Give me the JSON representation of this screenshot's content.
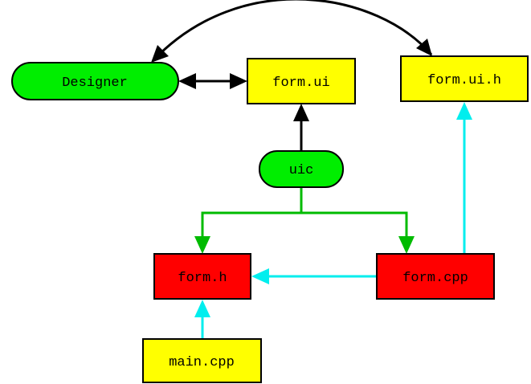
{
  "colors": {
    "tool_fill": "#00ee00",
    "file_fill": "#ffff00",
    "generated_fill": "#ff0000",
    "stroke": "#000000",
    "green_edge": "#00bb00",
    "cyan_edge": "#00eeee",
    "black_edge": "#000000"
  },
  "nodes": {
    "designer": {
      "label": "Designer",
      "shape": "stadium"
    },
    "form_ui": {
      "label": "form.ui",
      "shape": "box"
    },
    "form_ui_h": {
      "label": "form.ui.h",
      "shape": "box"
    },
    "uic": {
      "label": "uic",
      "shape": "stadium"
    },
    "form_h": {
      "label": "form.h",
      "shape": "box"
    },
    "form_cpp": {
      "label": "form.cpp",
      "shape": "box"
    },
    "main_cpp": {
      "label": "main.cpp",
      "shape": "box"
    }
  },
  "edges": [
    {
      "from": "designer",
      "to": "form_ui",
      "color": "black",
      "direction": "both"
    },
    {
      "from": "designer",
      "to": "form_ui_h",
      "color": "black",
      "direction": "both"
    },
    {
      "from": "uic",
      "to": "form_ui",
      "color": "black",
      "direction": "forward"
    },
    {
      "from": "uic",
      "to": "form_h",
      "color": "green",
      "direction": "forward"
    },
    {
      "from": "uic",
      "to": "form_cpp",
      "color": "green",
      "direction": "forward"
    },
    {
      "from": "form_cpp",
      "to": "form_h",
      "color": "cyan",
      "direction": "forward"
    },
    {
      "from": "form_cpp",
      "to": "form_ui_h",
      "color": "cyan",
      "direction": "forward"
    },
    {
      "from": "main_cpp",
      "to": "form_h",
      "color": "cyan",
      "direction": "forward"
    }
  ]
}
